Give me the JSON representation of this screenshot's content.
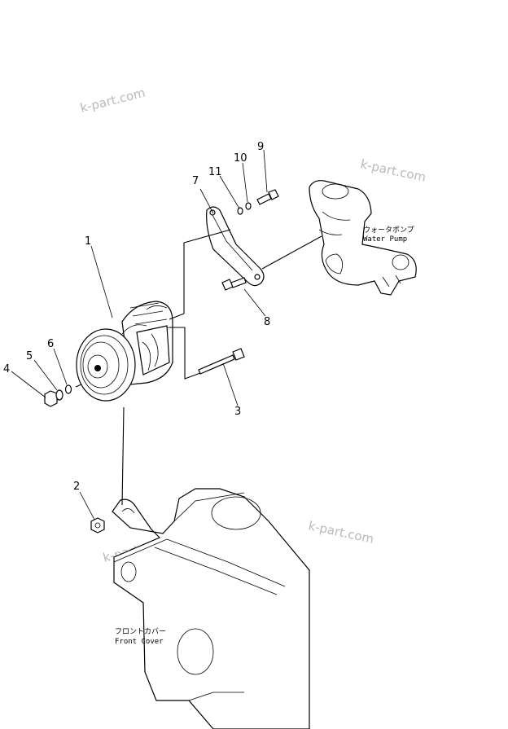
{
  "watermarks": [
    "k-part.com",
    "k-part.com",
    "k-part.com",
    "k-part.com"
  ],
  "callouts": [
    "1",
    "2",
    "3",
    "4",
    "5",
    "6",
    "7",
    "8",
    "9",
    "10",
    "11"
  ],
  "labels": {
    "water_pump_jp": "ウォータポンプ",
    "water_pump_en": "Water  Pump",
    "front_cover_jp": "フロントカバー",
    "front_cover_en": "Front  Cover"
  }
}
